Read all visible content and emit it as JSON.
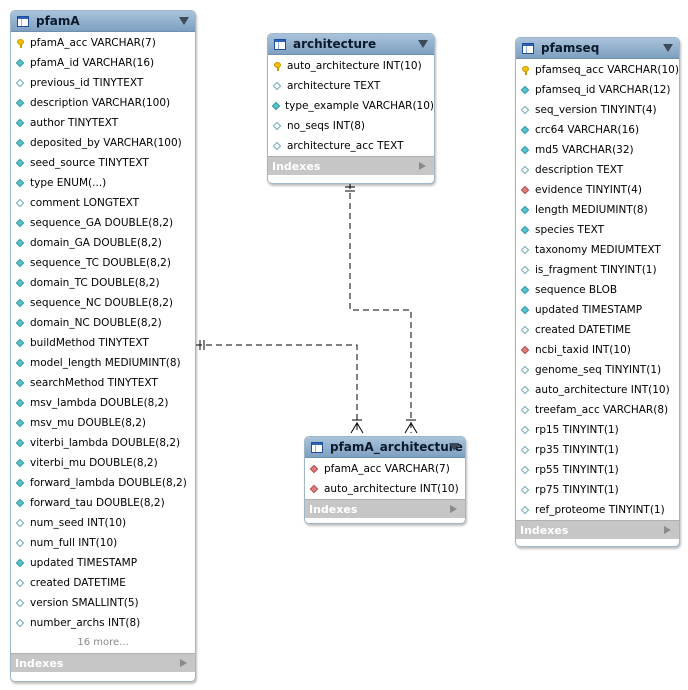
{
  "tables": {
    "pfamA": {
      "title": "pfamA",
      "rows": [
        {
          "kind": "key",
          "text": "pfamA_acc VARCHAR(7)"
        },
        {
          "kind": "filled",
          "text": "pfamA_id VARCHAR(16)"
        },
        {
          "kind": "hollow",
          "text": "previous_id TINYTEXT"
        },
        {
          "kind": "filled",
          "text": "description VARCHAR(100)"
        },
        {
          "kind": "filled",
          "text": "author TINYTEXT"
        },
        {
          "kind": "filled",
          "text": "deposited_by VARCHAR(100)"
        },
        {
          "kind": "filled",
          "text": "seed_source TINYTEXT"
        },
        {
          "kind": "filled",
          "text": "type ENUM(...)"
        },
        {
          "kind": "hollow",
          "text": "comment LONGTEXT"
        },
        {
          "kind": "filled",
          "text": "sequence_GA DOUBLE(8,2)"
        },
        {
          "kind": "filled",
          "text": "domain_GA DOUBLE(8,2)"
        },
        {
          "kind": "filled",
          "text": "sequence_TC DOUBLE(8,2)"
        },
        {
          "kind": "filled",
          "text": "domain_TC DOUBLE(8,2)"
        },
        {
          "kind": "filled",
          "text": "sequence_NC DOUBLE(8,2)"
        },
        {
          "kind": "filled",
          "text": "domain_NC DOUBLE(8,2)"
        },
        {
          "kind": "filled",
          "text": "buildMethod TINYTEXT"
        },
        {
          "kind": "filled",
          "text": "model_length MEDIUMINT(8)"
        },
        {
          "kind": "filled",
          "text": "searchMethod TINYTEXT"
        },
        {
          "kind": "filled",
          "text": "msv_lambda DOUBLE(8,2)"
        },
        {
          "kind": "filled",
          "text": "msv_mu DOUBLE(8,2)"
        },
        {
          "kind": "filled",
          "text": "viterbi_lambda DOUBLE(8,2)"
        },
        {
          "kind": "filled",
          "text": "viterbi_mu DOUBLE(8,2)"
        },
        {
          "kind": "filled",
          "text": "forward_lambda DOUBLE(8,2)"
        },
        {
          "kind": "filled",
          "text": "forward_tau DOUBLE(8,2)"
        },
        {
          "kind": "hollow",
          "text": "num_seed INT(10)"
        },
        {
          "kind": "hollow",
          "text": "num_full INT(10)"
        },
        {
          "kind": "filled",
          "text": "updated TIMESTAMP"
        },
        {
          "kind": "hollow",
          "text": "created DATETIME"
        },
        {
          "kind": "hollow",
          "text": "version SMALLINT(5)"
        },
        {
          "kind": "hollow",
          "text": "number_archs INT(8)"
        }
      ],
      "more": "16 more...",
      "indexes_label": "Indexes"
    },
    "architecture": {
      "title": "architecture",
      "rows": [
        {
          "kind": "key",
          "text": "auto_architecture INT(10)"
        },
        {
          "kind": "hollow",
          "text": "architecture TEXT"
        },
        {
          "kind": "filled",
          "text": "type_example VARCHAR(10)"
        },
        {
          "kind": "hollow",
          "text": "no_seqs INT(8)"
        },
        {
          "kind": "hollow",
          "text": "architecture_acc TEXT"
        }
      ],
      "indexes_label": "Indexes"
    },
    "pfamseq": {
      "title": "pfamseq",
      "rows": [
        {
          "kind": "key",
          "text": "pfamseq_acc VARCHAR(10)"
        },
        {
          "kind": "filled",
          "text": "pfamseq_id VARCHAR(12)"
        },
        {
          "kind": "hollow",
          "text": "seq_version TINYINT(4)"
        },
        {
          "kind": "filled",
          "text": "crc64 VARCHAR(16)"
        },
        {
          "kind": "filled",
          "text": "md5 VARCHAR(32)"
        },
        {
          "kind": "hollow",
          "text": "description TEXT"
        },
        {
          "kind": "fk",
          "text": "evidence TINYINT(4)"
        },
        {
          "kind": "filled",
          "text": "length MEDIUMINT(8)"
        },
        {
          "kind": "filled",
          "text": "species TEXT"
        },
        {
          "kind": "hollow",
          "text": "taxonomy MEDIUMTEXT"
        },
        {
          "kind": "hollow",
          "text": "is_fragment TINYINT(1)"
        },
        {
          "kind": "filled",
          "text": "sequence BLOB"
        },
        {
          "kind": "filled",
          "text": "updated TIMESTAMP"
        },
        {
          "kind": "hollow",
          "text": "created DATETIME"
        },
        {
          "kind": "fk",
          "text": "ncbi_taxid INT(10)"
        },
        {
          "kind": "hollow",
          "text": "genome_seq TINYINT(1)"
        },
        {
          "kind": "hollow",
          "text": "auto_architecture INT(10)"
        },
        {
          "kind": "hollow",
          "text": "treefam_acc VARCHAR(8)"
        },
        {
          "kind": "hollow",
          "text": "rp15 TINYINT(1)"
        },
        {
          "kind": "hollow",
          "text": "rp35 TINYINT(1)"
        },
        {
          "kind": "hollow",
          "text": "rp55 TINYINT(1)"
        },
        {
          "kind": "hollow",
          "text": "rp75 TINYINT(1)"
        },
        {
          "kind": "hollow",
          "text": "ref_proteome TINYINT(1)"
        }
      ],
      "indexes_label": "Indexes"
    },
    "pfamA_architecture": {
      "title": "pfamA_architecture",
      "rows": [
        {
          "kind": "fk",
          "text": "pfamA_acc VARCHAR(7)"
        },
        {
          "kind": "fk",
          "text": "auto_architecture INT(10)"
        }
      ],
      "indexes_label": "Indexes"
    }
  },
  "colors": {
    "header": "#8fb0d0",
    "column_icon": "#5bc3cf",
    "fk_icon": "#e07d7d",
    "key_icon": "#f2c200",
    "indexes_bar": "#c6c6c6"
  }
}
